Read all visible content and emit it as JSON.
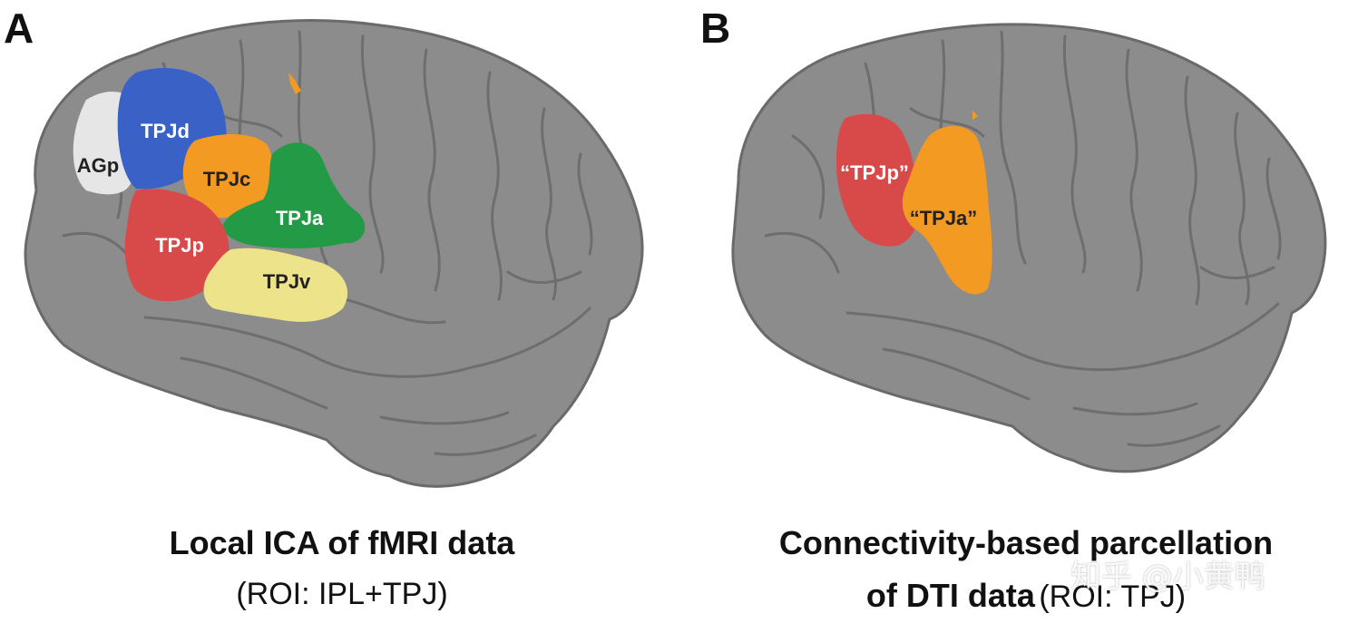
{
  "panels": [
    {
      "letter": "A",
      "caption_main": "Local ICA of fMRI data",
      "caption_sub": "(ROI: IPL+TPJ)",
      "regions": [
        {
          "label": "TPJd",
          "color": "#3a62c6",
          "text_color": "#ffffff"
        },
        {
          "label": "AGp",
          "color": "#e6e6e6",
          "text_color": "#222222"
        },
        {
          "label": "TPJc",
          "color": "#f39a22",
          "text_color": "#222222"
        },
        {
          "label": "TPJa",
          "color": "#239a45",
          "text_color": "#ffffff"
        },
        {
          "label": "TPJp",
          "color": "#d84a4a",
          "text_color": "#ffffff"
        },
        {
          "label": "TPJv",
          "color": "#ece38a",
          "text_color": "#222222"
        }
      ]
    },
    {
      "letter": "B",
      "caption_main": "Connectivity-based parcellation",
      "caption_sub_bold": "of DTI data",
      "caption_sub_normal": "(ROI: TPJ)",
      "regions": [
        {
          "label": "“TPJp”",
          "color": "#d84a4a",
          "text_color": "#ffffff"
        },
        {
          "label": "“TPJa”",
          "color": "#f39a22",
          "text_color": "#222222"
        }
      ]
    }
  ],
  "watermark": "知乎 @小黄鸭",
  "colors": {
    "brain_fill": "#8c8c8c",
    "brain_sulcus": "#6a6a6a",
    "brain_highlight": "#9e9e9e"
  }
}
